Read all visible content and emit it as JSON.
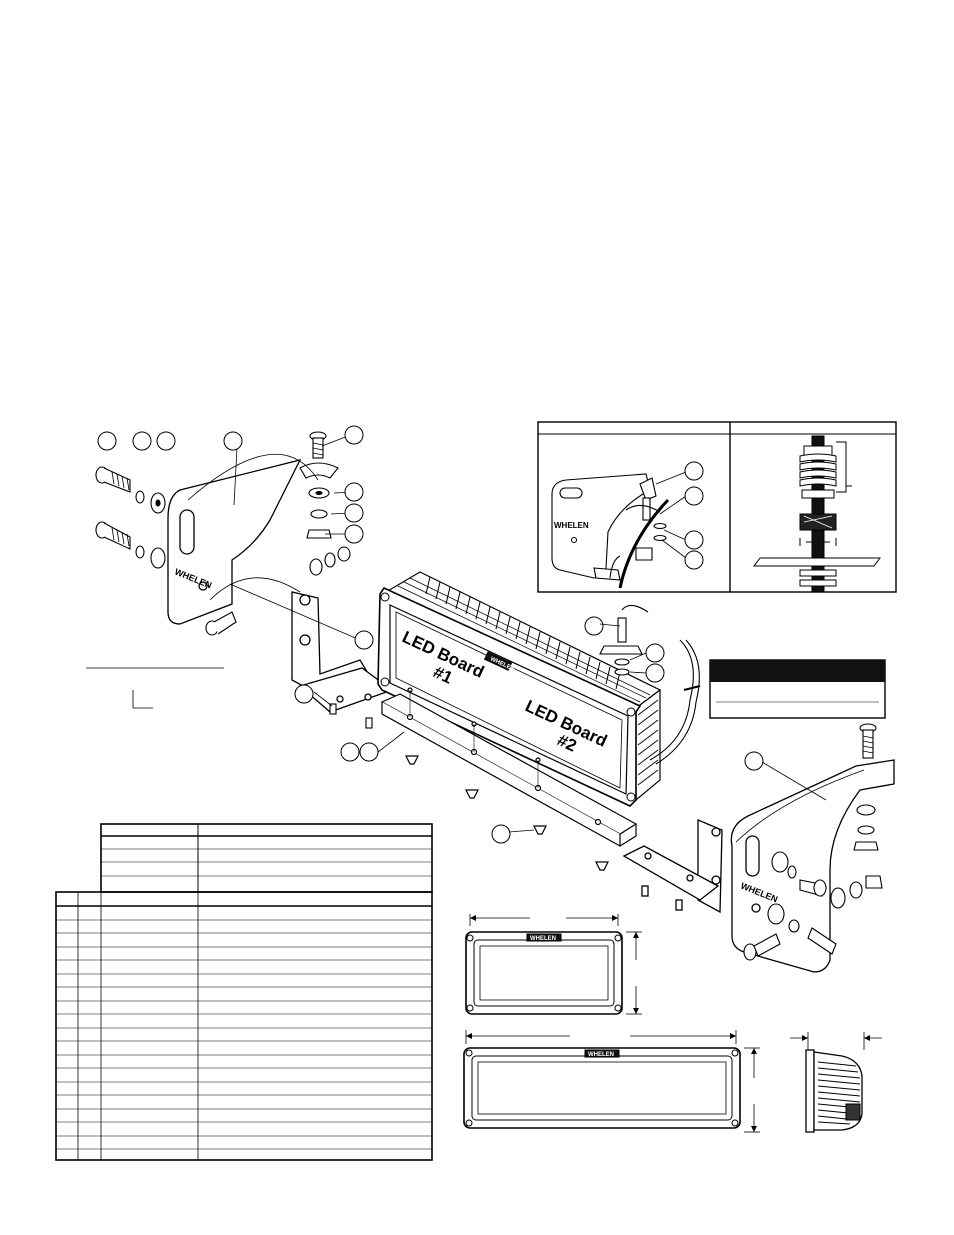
{
  "lightbar": {
    "board1_line1": "LED Board",
    "board1_line2": "#1",
    "board2_line1": "LED Board",
    "board2_line2": "#2"
  },
  "brand_marks": {
    "left_bracket": "WHELEN",
    "right_bracket": "WHELEN",
    "lightbar_top": "WHELEN",
    "small_head_label": "WHELEN",
    "large_head_label": "WHELEN",
    "inset_bracket": "WHELEN"
  },
  "colors": {
    "line": "#000000",
    "fill": "#ffffff",
    "shade": "#e6e6e6",
    "dark": "#111111"
  }
}
